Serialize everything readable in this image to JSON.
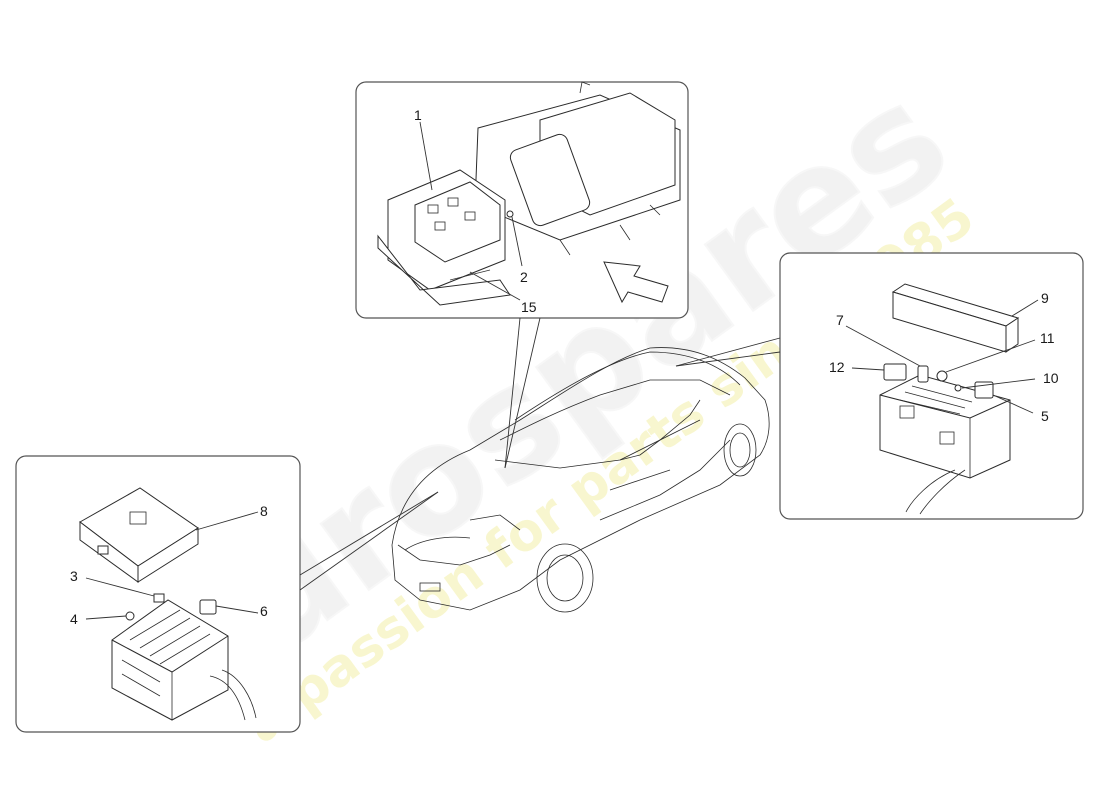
{
  "watermark": {
    "brand": "eurospares",
    "tagline": "a passion for parts since 1985"
  },
  "callouts": {
    "c1": "1",
    "c2": "2",
    "c15": "15",
    "c9": "9",
    "c7": "7",
    "c11": "11",
    "c12": "12",
    "c10": "10",
    "c5": "5",
    "c8": "8",
    "c3": "3",
    "c4": "4",
    "c6": "6"
  }
}
